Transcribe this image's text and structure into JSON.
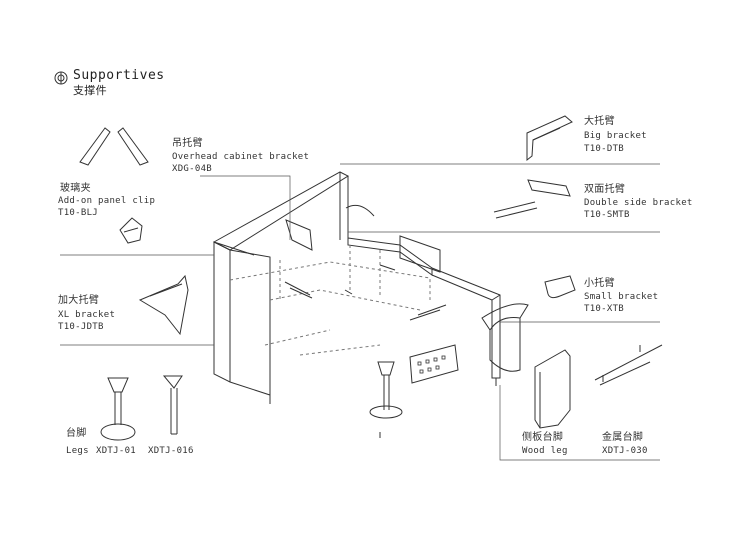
{
  "header": {
    "icon": "target-icon",
    "title": "Supportives",
    "subtitle_cn": "支撑件"
  },
  "labels": {
    "overhead": {
      "cn": "吊托臂",
      "en": "Overhead cabinet bracket",
      "code": "XDG-04B"
    },
    "panel_clip": {
      "cn": "玻璃夹",
      "en": "Add-on panel clip",
      "code": "T10-BLJ"
    },
    "xl_bracket": {
      "cn": "加大托臂",
      "en": "XL bracket",
      "code": "T10-JDTB"
    },
    "legs": {
      "cn": "台脚",
      "en": "Legs",
      "code1": "XDTJ-01",
      "code2": "XDTJ-016"
    },
    "big_bracket": {
      "cn": "大托臂",
      "en": "Big bracket",
      "code": "T10-DTB"
    },
    "double_bracket": {
      "cn": "双面托臂",
      "en": "Double side bracket",
      "code": "T10-SMTB"
    },
    "small_bracket": {
      "cn": "小托臂",
      "en": "Small bracket",
      "code": "T10-XTB"
    },
    "wood_leg": {
      "cn": "侧板台脚",
      "en": "Wood leg"
    },
    "metal_leg": {
      "cn": "金属台脚",
      "en": "XDTJ-030"
    }
  },
  "colors": {
    "line": "#333333",
    "leader": "#555555",
    "background": "#ffffff"
  }
}
